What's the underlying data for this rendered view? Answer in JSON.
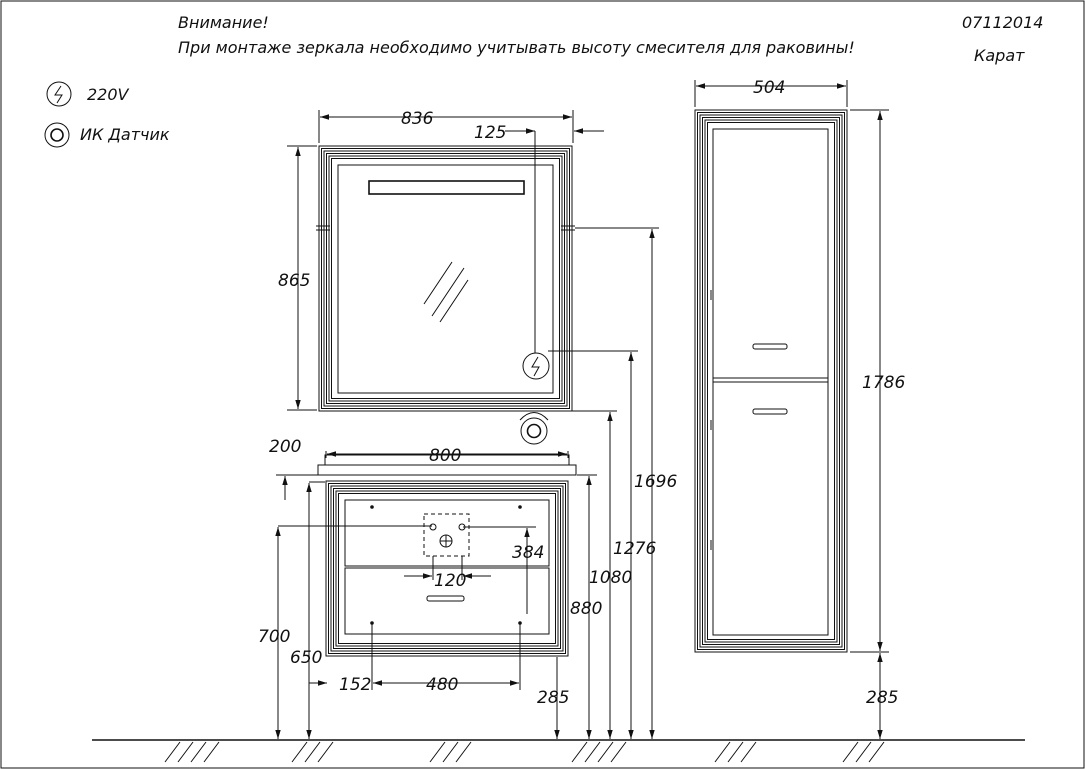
{
  "header": {
    "attention": "Внимание!",
    "note": "При монтаже зеркала необходимо учитывать высоту смесителя для раковины!",
    "code": "07112014",
    "model": "Карат"
  },
  "legend": [
    {
      "icon": "lightning-icon",
      "label": "220V"
    },
    {
      "icon": "ir-sensor-icon",
      "label": "ИК  Датчик"
    }
  ],
  "dimensions": {
    "mirror_width": "836",
    "mirror_offset": "125",
    "mirror_height": "865",
    "vanity_offset": "200",
    "vanity_width": "800",
    "pipe_height": "384",
    "pipe_spacing": "120",
    "top_height": "1080",
    "vanity_top_height": "880",
    "socket_height": "1276",
    "mirror_top_height": "1696",
    "body_height": "700",
    "front_height": "650",
    "mount_left": "152",
    "mount_spacing": "480",
    "vanity_floor": "285",
    "cabinet_width": "504",
    "cabinet_height": "1786",
    "cabinet_floor": "285"
  }
}
